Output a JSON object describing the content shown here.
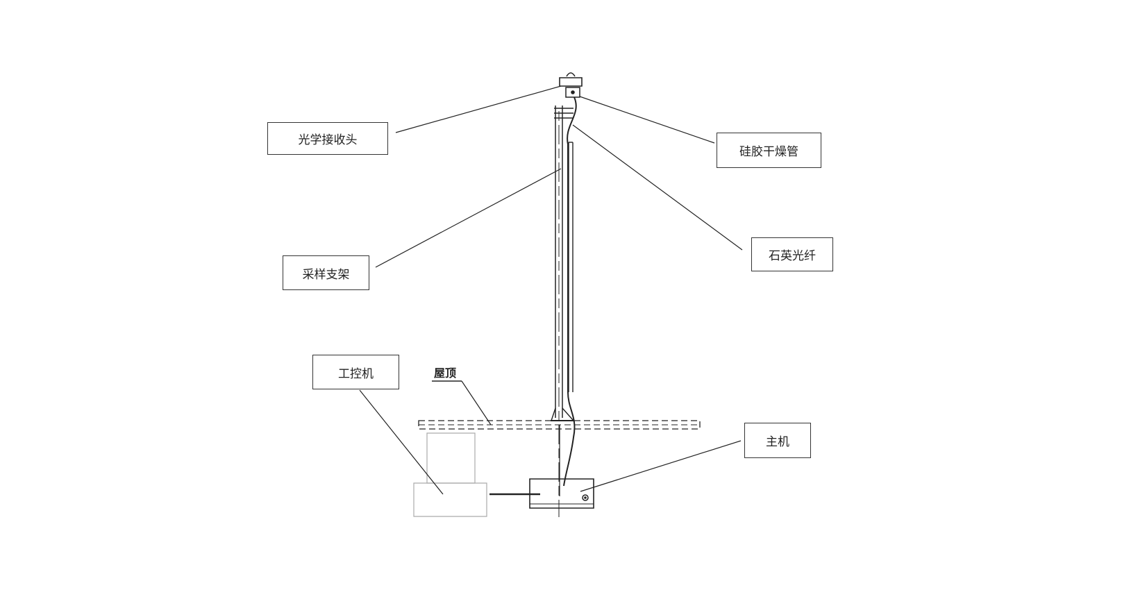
{
  "labels": {
    "optical_receiver": "光学接收头",
    "silica_dryer": "硅胶干燥管",
    "quartz_fiber": "石英光纤",
    "sampling_rack": "采样支架",
    "industrial_pc": "工控机",
    "roof": "屋顶",
    "main_unit": "主机"
  },
  "colors": {
    "line": "#222222",
    "light_outline": "#aaaaaa"
  }
}
